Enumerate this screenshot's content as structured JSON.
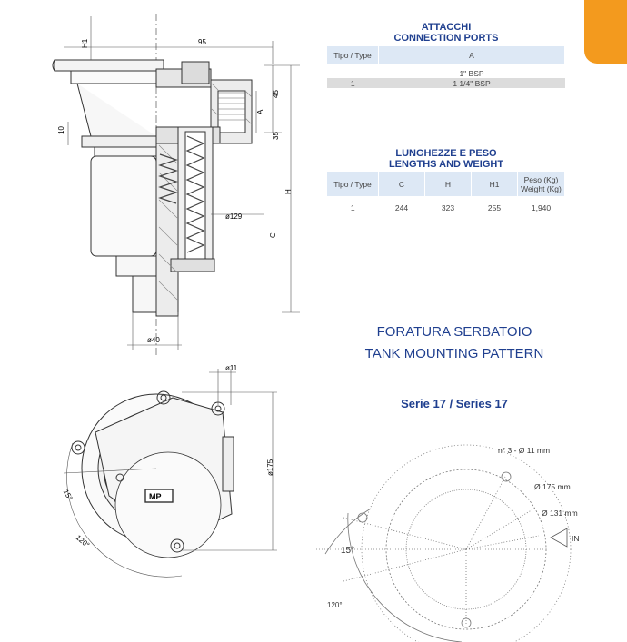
{
  "connection_table": {
    "title_it": "ATTACCHI",
    "title_en": "CONNECTION PORTS",
    "headers": [
      "Tipo / Type",
      "A"
    ],
    "rows": [
      [
        "",
        "1\" BSP"
      ],
      [
        "1",
        "1 1/4\" BSP"
      ]
    ]
  },
  "lengths_table": {
    "title_it": "LUNGHEZZE E PESO",
    "title_en": "LENGTHS AND WEIGHT",
    "headers": [
      "Tipo / Type",
      "C",
      "H",
      "H1",
      "Peso (Kg)",
      "Weight (Kg)"
    ],
    "rows": [
      [
        "1",
        "244",
        "323",
        "255",
        "1,940"
      ]
    ]
  },
  "mounting": {
    "title_it": "FORATURA SERBATOIO",
    "title_en": "TANK MOUNTING PATTERN",
    "series": "Serie 17 / Series 17",
    "labels": {
      "holes": "n° 3 - Ø 11 mm",
      "d175": "Ø 175 mm",
      "d131": "Ø 131 mm",
      "in": "IN",
      "angle15": "15°",
      "angle120": "120°"
    }
  },
  "side_view": {
    "dims": {
      "d95": "95",
      "h1": "H1",
      "d10": "10",
      "d45": "45",
      "a": "A",
      "d35": "35",
      "h": "H",
      "c": "C",
      "d129": "ø129",
      "d40": "ø40"
    }
  },
  "top_view": {
    "dims": {
      "d11": "ø11",
      "d175": "ø175",
      "angle15": "15°",
      "angle120": "120°",
      "logo": "MP"
    }
  },
  "colors": {
    "brand_blue": "#1f3f8f",
    "tab_orange": "#f39a1e",
    "header_blue": "#dde8f5"
  }
}
